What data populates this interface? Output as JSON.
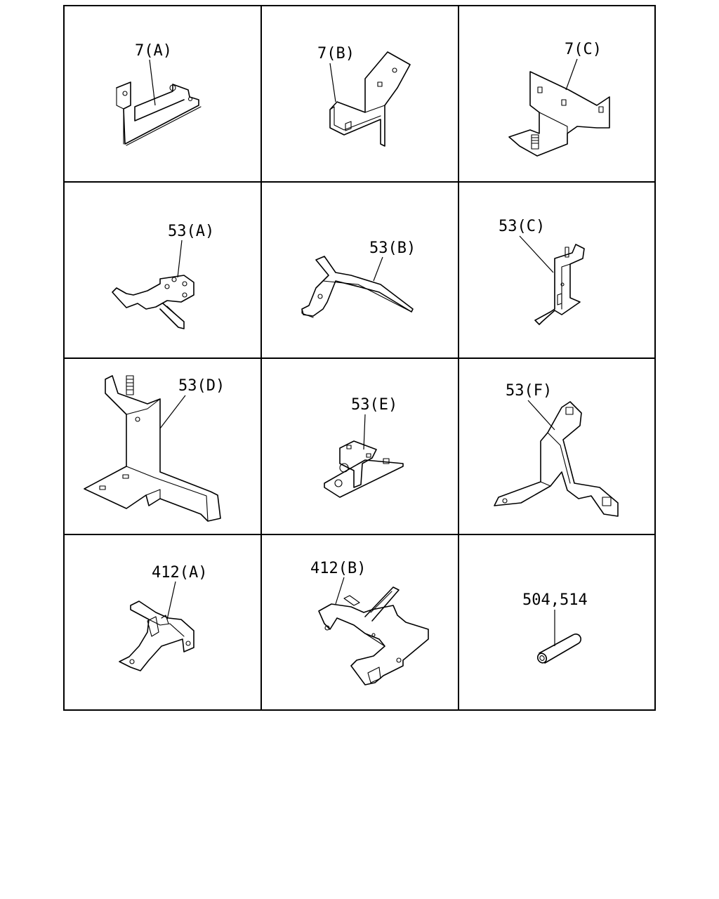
{
  "diagram": {
    "cells": [
      {
        "label": "7(A)"
      },
      {
        "label": "7(B)"
      },
      {
        "label": "7(C)"
      },
      {
        "label": "53(A)"
      },
      {
        "label": "53(B)"
      },
      {
        "label": "53(C)"
      },
      {
        "label": "53(D)"
      },
      {
        "label": "53(E)"
      },
      {
        "label": "53(F)"
      },
      {
        "label": "412(A)"
      },
      {
        "label": "412(B)"
      },
      {
        "label": "504,514"
      }
    ]
  }
}
